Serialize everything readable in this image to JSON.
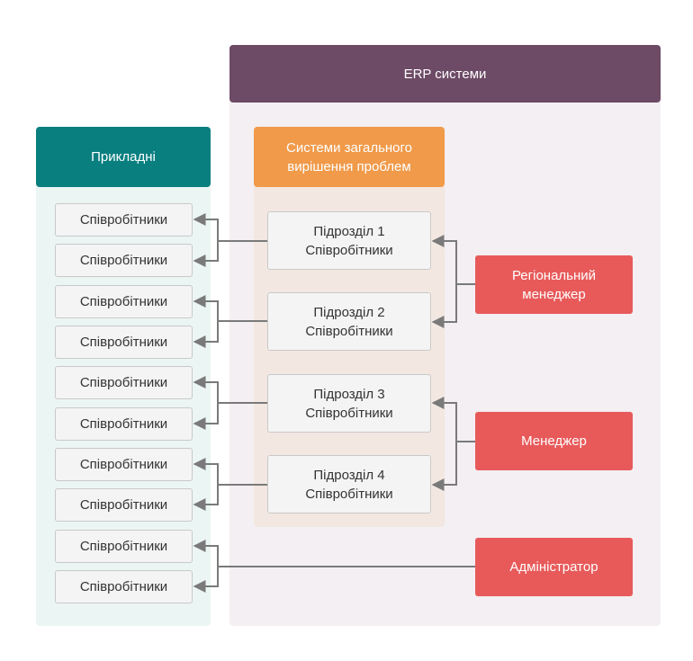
{
  "erp": {
    "title": "ERP системи",
    "panel_color": "#f3eff2",
    "header_color": "#6d4a65"
  },
  "applied": {
    "title": "Прикладні",
    "panel_color": "#ebf5f4",
    "header_color": "#0a7f80",
    "employees": [
      "Співробітники",
      "Співробітники",
      "Співробітники",
      "Співробітники",
      "Співробітники",
      "Співробітники",
      "Співробітники",
      "Співробітники",
      "Співробітники",
      "Співробітники"
    ]
  },
  "general": {
    "title": "Системи загального\nвирішення проблем",
    "panel_color": "#f3e7e1",
    "header_color": "#f09a4a",
    "subdivisions": [
      {
        "name": "Підрозділ 1",
        "sub": "Співробітники"
      },
      {
        "name": "Підрозділ 2",
        "sub": "Співробітники"
      },
      {
        "name": "Підрозділ 3",
        "sub": "Співробітники"
      },
      {
        "name": "Підрозділ 4",
        "sub": "Співробітники"
      }
    ]
  },
  "roles": {
    "regional_manager": "Регіональний\nменеджер",
    "manager": "Менеджер",
    "administrator": "Адміністратор",
    "color": "#e85a5a"
  },
  "connector_color": "#7a7a7a"
}
